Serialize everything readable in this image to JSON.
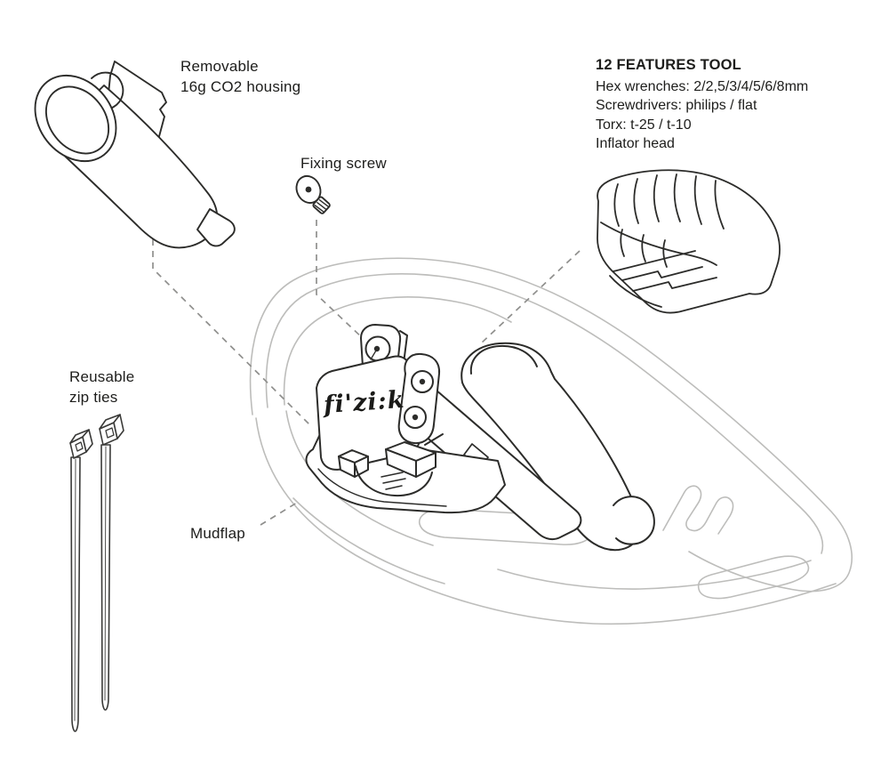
{
  "diagram": {
    "title_visible": false,
    "colors": {
      "background": "#ffffff",
      "ink": "#2c2c2a",
      "saddle_outline": "#bdbdbb",
      "leader_dash": "#8f8f8d",
      "text": "#1d1d1b"
    },
    "labels": {
      "co2_housing": {
        "line1": "Removable",
        "line2": "16g CO2 housing"
      },
      "fixing_screw": "Fixing screw",
      "features_tool": {
        "title": "12 FEATURES TOOL",
        "lines": [
          "Hex wrenches: 2/2,5/3/4/5/6/8mm",
          "Screwdrivers: philips / flat",
          "Torx: t-25 / t-10",
          "Inflator head"
        ]
      },
      "zip_ties": {
        "line1": "Reusable",
        "line2": "zip ties"
      },
      "mudflap": "Mudflap",
      "brand": "fi'zi:k"
    },
    "parts_illustrated": [
      "co2-housing",
      "fixing-screw",
      "12-features-tool",
      "reusable-zip-ties",
      "saddle",
      "mount-bracket",
      "co2-cartridge",
      "mudflap"
    ]
  }
}
